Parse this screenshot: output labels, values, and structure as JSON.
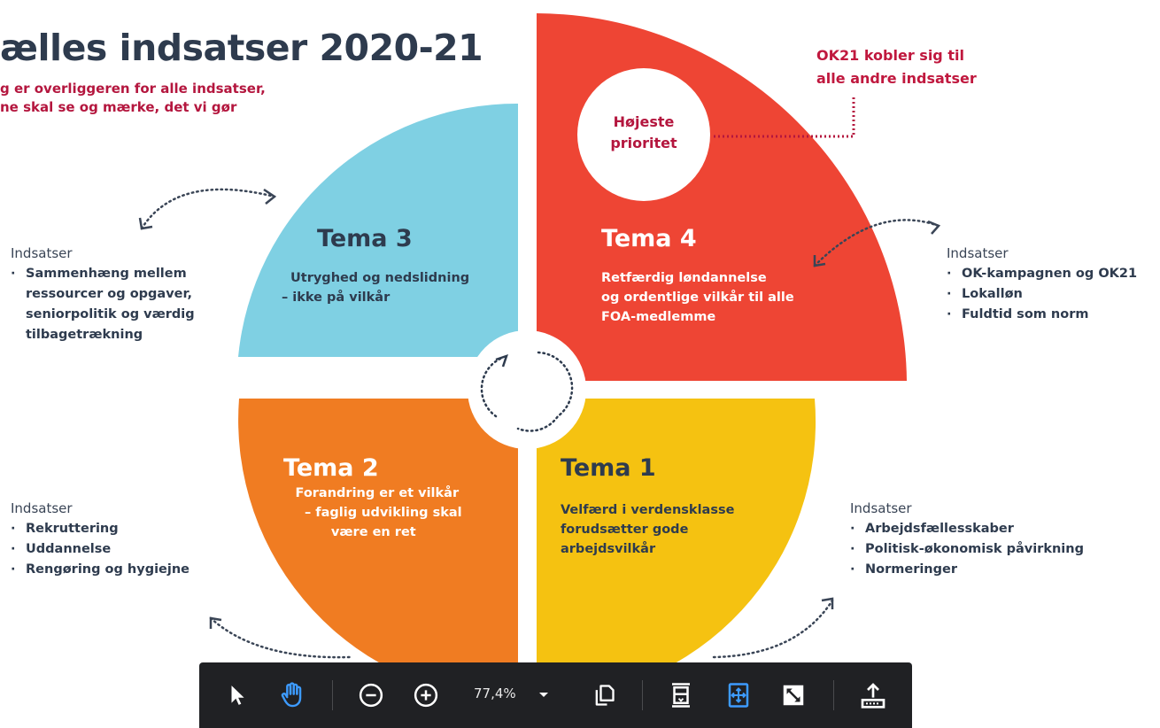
{
  "header": {
    "title": "ælles indsatser 2020-21",
    "subtitle_line1": "g er overliggeren for alle indsatser,",
    "subtitle_line2": "ne skal se og mærke, det vi gør"
  },
  "note": {
    "line1": "OK21 kobler sig til",
    "line2": "alle andre indsatser"
  },
  "priority_circle": {
    "line1": "Højeste",
    "line2": "prioritet"
  },
  "temas": {
    "tema3": {
      "title": "Tema 3",
      "desc1": "Utryghed og nedslidning",
      "desc2": "– ikke på vilkår"
    },
    "tema4": {
      "title": "Tema 4",
      "desc1": "Retfærdig løndannelse",
      "desc2": "og ordentlige vilkår til alle",
      "desc3": "FOA-medlemme"
    },
    "tema2": {
      "title": "Tema 2",
      "desc1": "Forandring er et vilkår",
      "desc2": "– faglig udvikling skal",
      "desc3": "være en ret"
    },
    "tema1": {
      "title": "Tema 1",
      "desc1": "Velfærd i verdensklasse",
      "desc2": "forudsætter gode",
      "desc3": "arbejdsvilkår"
    }
  },
  "indsatser": {
    "left_top": {
      "title": "Indsatser",
      "line1": "Sammenhæng mellem",
      "line2": "ressourcer og opgaver,",
      "line3": "seniorpolitik og værdig",
      "line4": "tilbagetrækning"
    },
    "right_top": {
      "title": "Indsatser",
      "items": [
        "OK-kampagnen og OK21",
        "Lokalløn",
        "Fuldtid som norm"
      ]
    },
    "left_bottom": {
      "title": "Indsatser",
      "items": [
        "Rekruttering",
        "Uddannelse",
        "Rengøring og hygiejne"
      ]
    },
    "right_bottom": {
      "title": "Indsatser",
      "items": [
        "Arbejdsfællesskaber",
        "Politisk-økonomisk påvirkning",
        "Normeringer"
      ]
    }
  },
  "bullet_char": "·",
  "colors": {
    "tema1": "#f5c211",
    "tema2": "#f07c22",
    "tema3": "#7fd0e3",
    "tema4": "#ee4534",
    "accent": "#b4163e",
    "dark_text": "#2e3b4e",
    "toolbar_bg": "#202124",
    "toolbar_active": "#3d9bff"
  },
  "toolbar": {
    "zoom_value": "77,4%",
    "icons": [
      "select-cursor-icon",
      "hand-tool-icon",
      "zoom-out-icon",
      "zoom-in-icon",
      "zoom-dropdown-icon",
      "page-copy-icon",
      "fit-height-icon",
      "fit-page-icon",
      "fullscreen-icon",
      "export-icon"
    ]
  }
}
